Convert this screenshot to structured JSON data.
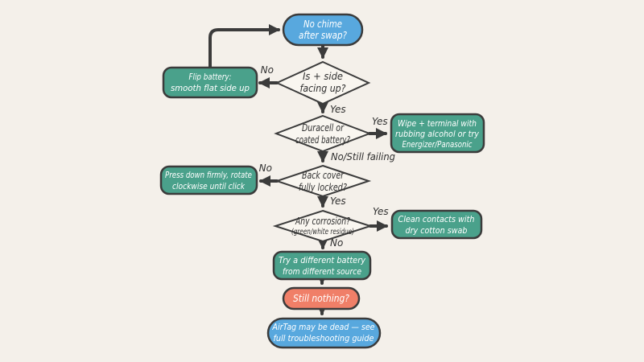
{
  "colors": {
    "background": "#f4f0ea",
    "stroke": "#3b3b3b",
    "blue": "#58a8de",
    "green": "#4aa18b",
    "red": "#f07f68",
    "diamond_fill": "#f9f6f0",
    "text_light": "#ffffff",
    "text_dark": "#2f2f2f"
  },
  "nodes": {
    "start": {
      "lines": [
        "No chime",
        "after swap?"
      ]
    },
    "d_side": {
      "lines": [
        "Is + side",
        "facing up?"
      ]
    },
    "flip": {
      "lines": [
        "Flip battery:",
        "smooth flat side up"
      ]
    },
    "d_brand": {
      "lines": [
        "Duracell or",
        "coated battery?"
      ]
    },
    "wipe": {
      "lines": [
        "Wipe + terminal with",
        "rubbing alcohol or try",
        "Energizer/Panasonic"
      ]
    },
    "d_cover": {
      "lines": [
        "Back cover",
        "fully locked?"
      ]
    },
    "press": {
      "lines": [
        "Press down firmly, rotate",
        "clockwise until click"
      ]
    },
    "d_corr": {
      "lines": [
        "Any corrosion?",
        "(green/white residue)"
      ]
    },
    "clean": {
      "lines": [
        "Clean contacts with",
        "dry cotton swab"
      ]
    },
    "try_new": {
      "lines": [
        "Try a different battery",
        "from different source"
      ]
    },
    "still": {
      "lines": [
        "Still nothing?"
      ]
    },
    "dead": {
      "lines": [
        "AirTag may be dead — see",
        "full troubleshooting guide"
      ]
    }
  },
  "edge_labels": {
    "side_no": "No",
    "side_yes": "Yes",
    "brand_yes": "Yes",
    "brand_no": "No/Still failing",
    "cover_no": "No",
    "cover_yes": "Yes",
    "corr_yes": "Yes",
    "corr_no": "No"
  }
}
